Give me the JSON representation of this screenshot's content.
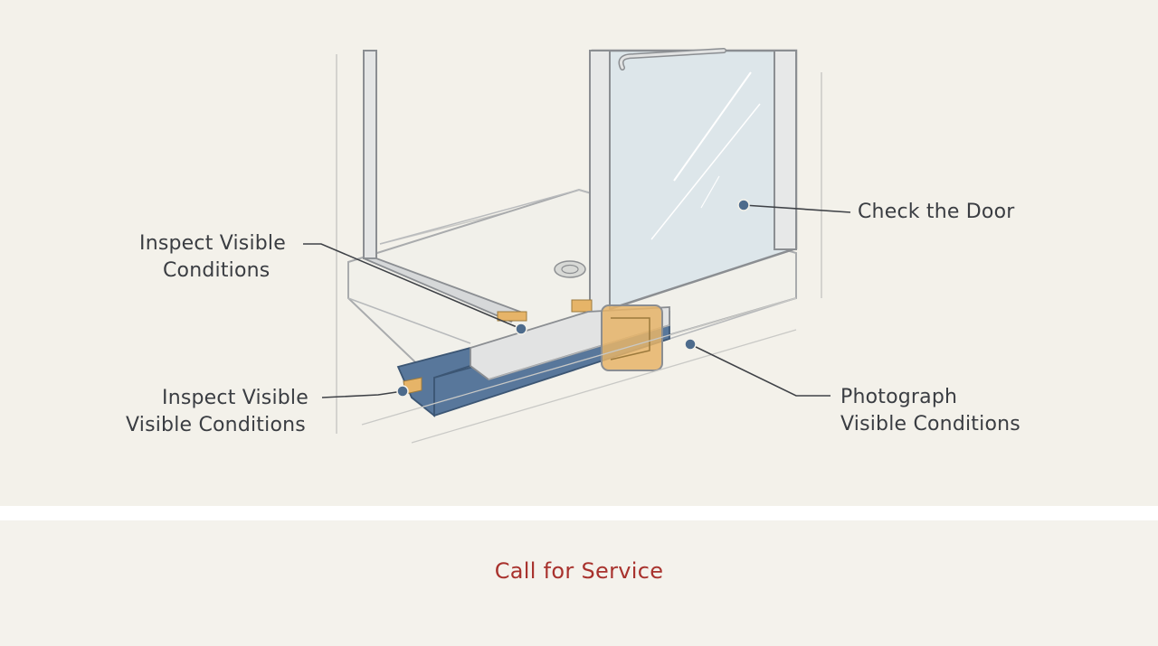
{
  "callouts": {
    "inspect_upper": [
      "Inspect Visible",
      "Conditions"
    ],
    "inspect_lower": [
      "Inspect Visible",
      "Visible Conditions"
    ],
    "check_door": "Check the Door",
    "photograph": [
      "Photograph",
      "Visible Conditions"
    ]
  },
  "footer": {
    "cta_label": "Call for Service"
  },
  "colors": {
    "background": "#f3f1ea",
    "line": "#8e9196",
    "glass": "#dde6ea",
    "sill_blue": "#58779b",
    "gasket_orange": "#e6b468",
    "marker": "#4d6b8c",
    "cta_red": "#a8322d"
  }
}
